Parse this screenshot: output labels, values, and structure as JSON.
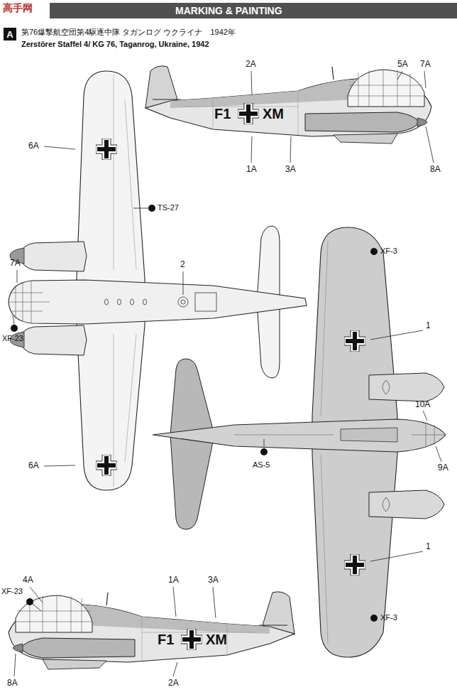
{
  "diagram": {
    "title": "MARKING & PAINTING",
    "nodes": [
      {
        "text": [
          "A"
        ]
      }
    ],
    "labels": [
      "高手网",
      "第76爆撃航空団第4駆逐中隊 タガンログ ウクライナ　1942年",
      "Zerstörer Staffel 4/ KG 76, Taganrog, Ukraine, 1942",
      "2A",
      "5A",
      "7A",
      "F1",
      "XM",
      "1A",
      "3A",
      "8A",
      "6A",
      "TS-27",
      "7A",
      "XF-23",
      "2",
      "6A",
      "XF-3",
      "1",
      "10A",
      "AS-5",
      "9A",
      "1",
      "XF-3",
      "4A",
      "XF-23",
      "F1",
      "XM",
      "1A",
      "3A",
      "8A",
      "2A"
    ]
  }
}
